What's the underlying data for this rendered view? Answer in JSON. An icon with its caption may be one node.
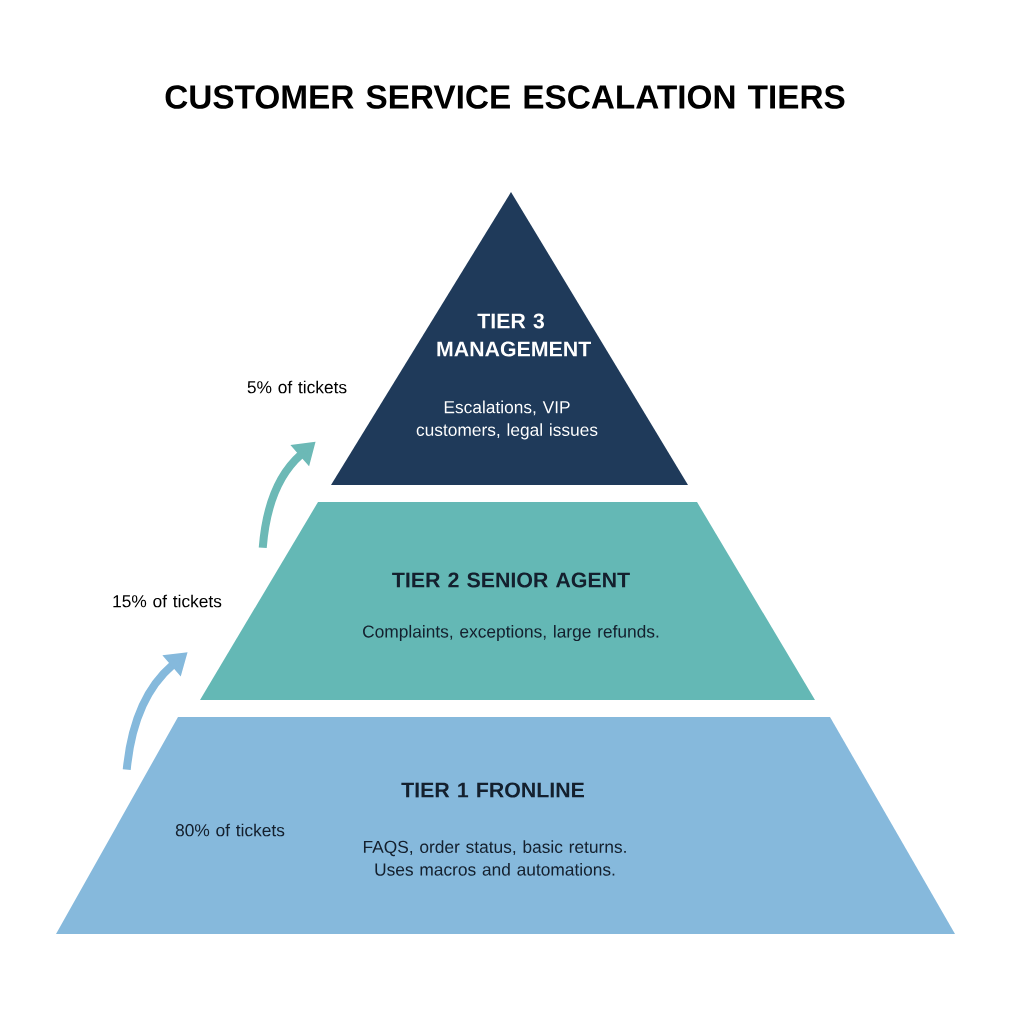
{
  "diagram": {
    "title": "CUSTOMER SERVICE ESCALATION TIERS",
    "nodes": [
      {
        "text": [
          "TIER 3 MANAGEMENT",
          "Escalations, VIP customers, legal issues"
        ],
        "beside": [
          "5% of tickets"
        ]
      },
      {
        "text": [
          "TIER 2 SENIOR AGENT",
          "Complaints, exceptions, large refunds."
        ],
        "beside": [
          "15% of tickets"
        ]
      },
      {
        "text": [
          "TIER 1 FRONLINE",
          "80% of tickets",
          "FAQS, order status, basic returns. Uses macros and automations."
        ]
      }
    ],
    "edges": [
      {
        "from": 2,
        "to": 1,
        "arrow": "to",
        "color": "#85b9dc"
      },
      {
        "from": 1,
        "to": 0,
        "arrow": "to",
        "color": "#6cb9b6"
      }
    ]
  }
}
